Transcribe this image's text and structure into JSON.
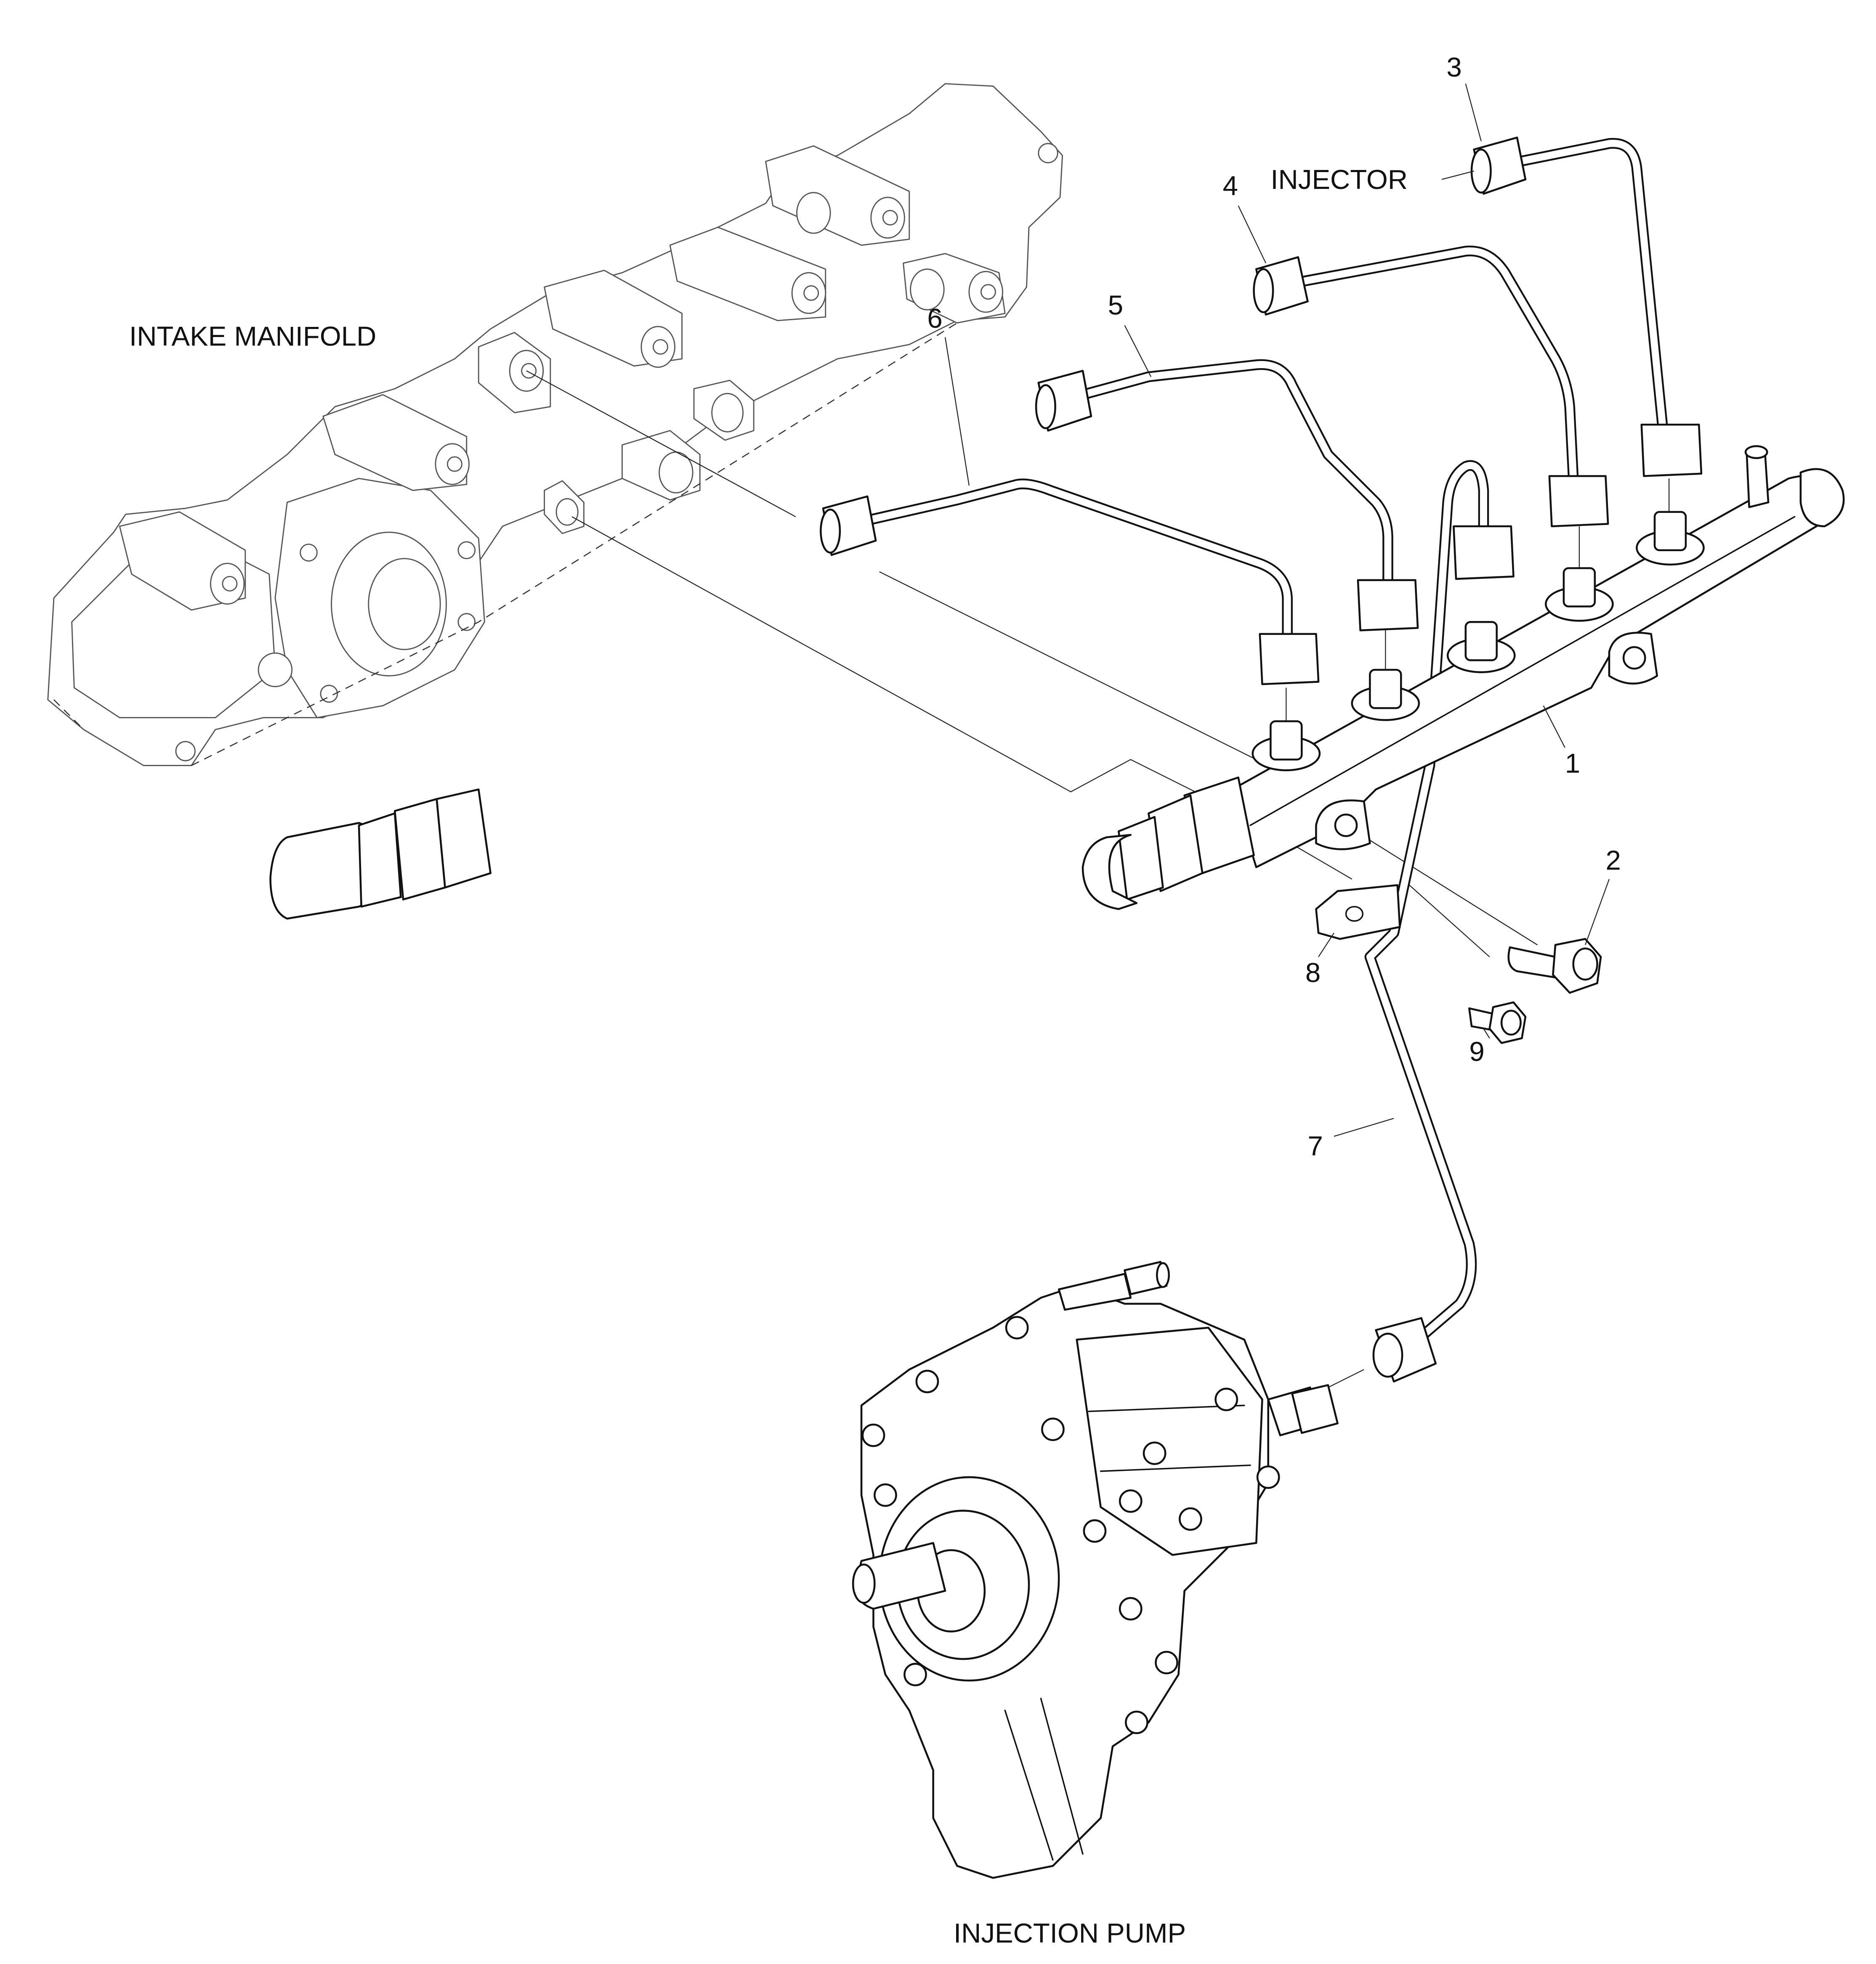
{
  "diagram": {
    "title": "Fuel rail and injection lines exploded view",
    "labels": {
      "intake_manifold": "INTAKE MANIFOLD",
      "injector": "INJECTOR",
      "injection_pump": "INJECTION PUMP"
    },
    "callouts": [
      {
        "id": "1",
        "part": "fuel-rail"
      },
      {
        "id": "2",
        "part": "rail-bolt"
      },
      {
        "id": "3",
        "part": "injector-line-3"
      },
      {
        "id": "4",
        "part": "injector-line-4"
      },
      {
        "id": "5",
        "part": "injector-line-5"
      },
      {
        "id": "6",
        "part": "injector-line-6"
      },
      {
        "id": "7",
        "part": "pump-supply-line"
      },
      {
        "id": "8",
        "part": "line-clamp-bracket"
      },
      {
        "id": "9",
        "part": "bracket-bolt"
      }
    ],
    "line_color": "#111111",
    "background": "#ffffff"
  }
}
